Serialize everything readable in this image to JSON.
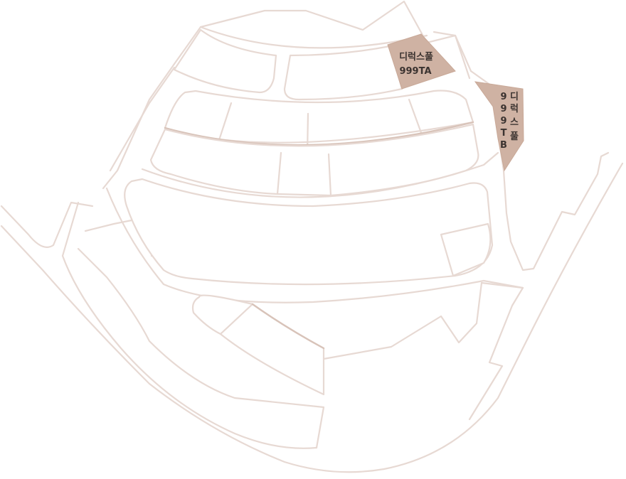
{
  "map": {
    "highlight_color": "#cfb2a3",
    "line_color": "#e7d9d3",
    "label_color": "#3b3330"
  },
  "lots": {
    "ta": {
      "name": "디럭스풀",
      "code": "999TA"
    },
    "tb": {
      "chars_left": [
        "9",
        "9",
        "9",
        "T",
        "B"
      ],
      "chars_right": [
        "디",
        "럭",
        "스",
        "풀"
      ]
    }
  }
}
